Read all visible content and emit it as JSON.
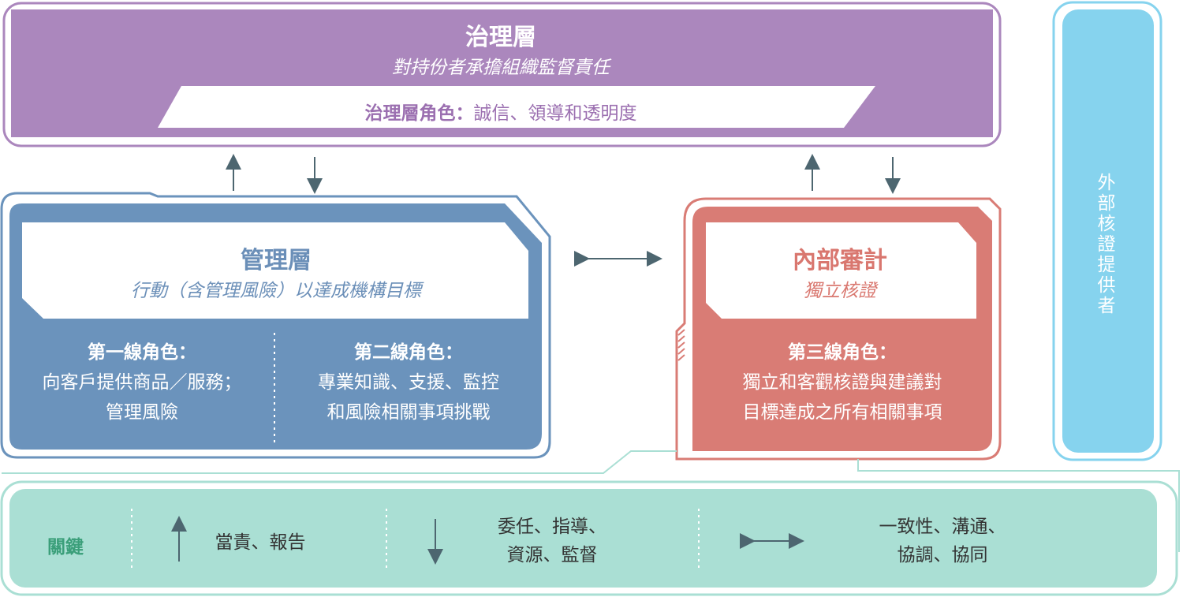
{
  "governing_body": {
    "title": "治理層",
    "subtitle": "對持份者承擔組織監督責任",
    "role_label": "治理層角色：",
    "role_text": "誠信、領導和透明度"
  },
  "management": {
    "title": "管理層",
    "subtitle": "行動（含管理風險）以達成機構目標",
    "first_line": {
      "heading": "第一線角色：",
      "line1": "向客戶提供商品／服務；",
      "line2": "管理風險"
    },
    "second_line": {
      "heading": "第二線角色：",
      "line1": "專業知識、支援、監控",
      "line2": "和風險相關事項挑戰"
    }
  },
  "internal_audit": {
    "title": "內部審計",
    "subtitle": "獨立核證",
    "third_line": {
      "heading": "第三線角色：",
      "line1": "獨立和客觀核證與建議對",
      "line2": "目標達成之所有相關事項"
    }
  },
  "external": {
    "label": "外部核證提供者"
  },
  "key": {
    "label": "關鍵",
    "up_arrow_text": "當責、報告",
    "down_arrow_text_line1": "委任、指導、",
    "down_arrow_text_line2": "資源、監督",
    "both_arrow_text_line1": "一致性、溝通、",
    "both_arrow_text_line2": "協調、協同"
  },
  "colors": {
    "governing": "#ab87bd",
    "management": "#6b93bc",
    "internal_audit": "#d97c75",
    "external": "#86d3ee",
    "key": "#aadfd4",
    "arrow": "#4d6670"
  }
}
